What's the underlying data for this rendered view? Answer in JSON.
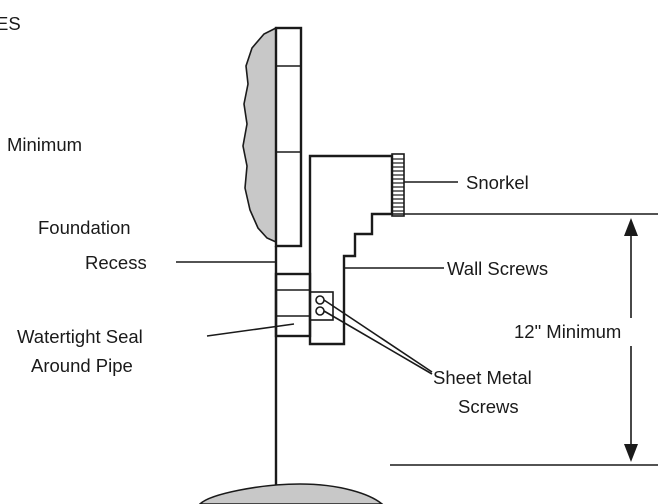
{
  "labels": {
    "top_partial": "ES",
    "minimum_partial": "Minimum",
    "foundation": "Foundation",
    "recess": "Recess",
    "snorkel": "Snorkel",
    "wall_screws": "Wall Screws",
    "twelve_minimum": "12\" Minimum",
    "watertight_seal": "Watertight Seal",
    "around_pipe": "Around Pipe",
    "sheet_metal": "Sheet Metal",
    "screws": "Screws"
  },
  "colors": {
    "line": "#1a1a1a",
    "shading": "#c8c8c8",
    "background": "#ffffff"
  }
}
